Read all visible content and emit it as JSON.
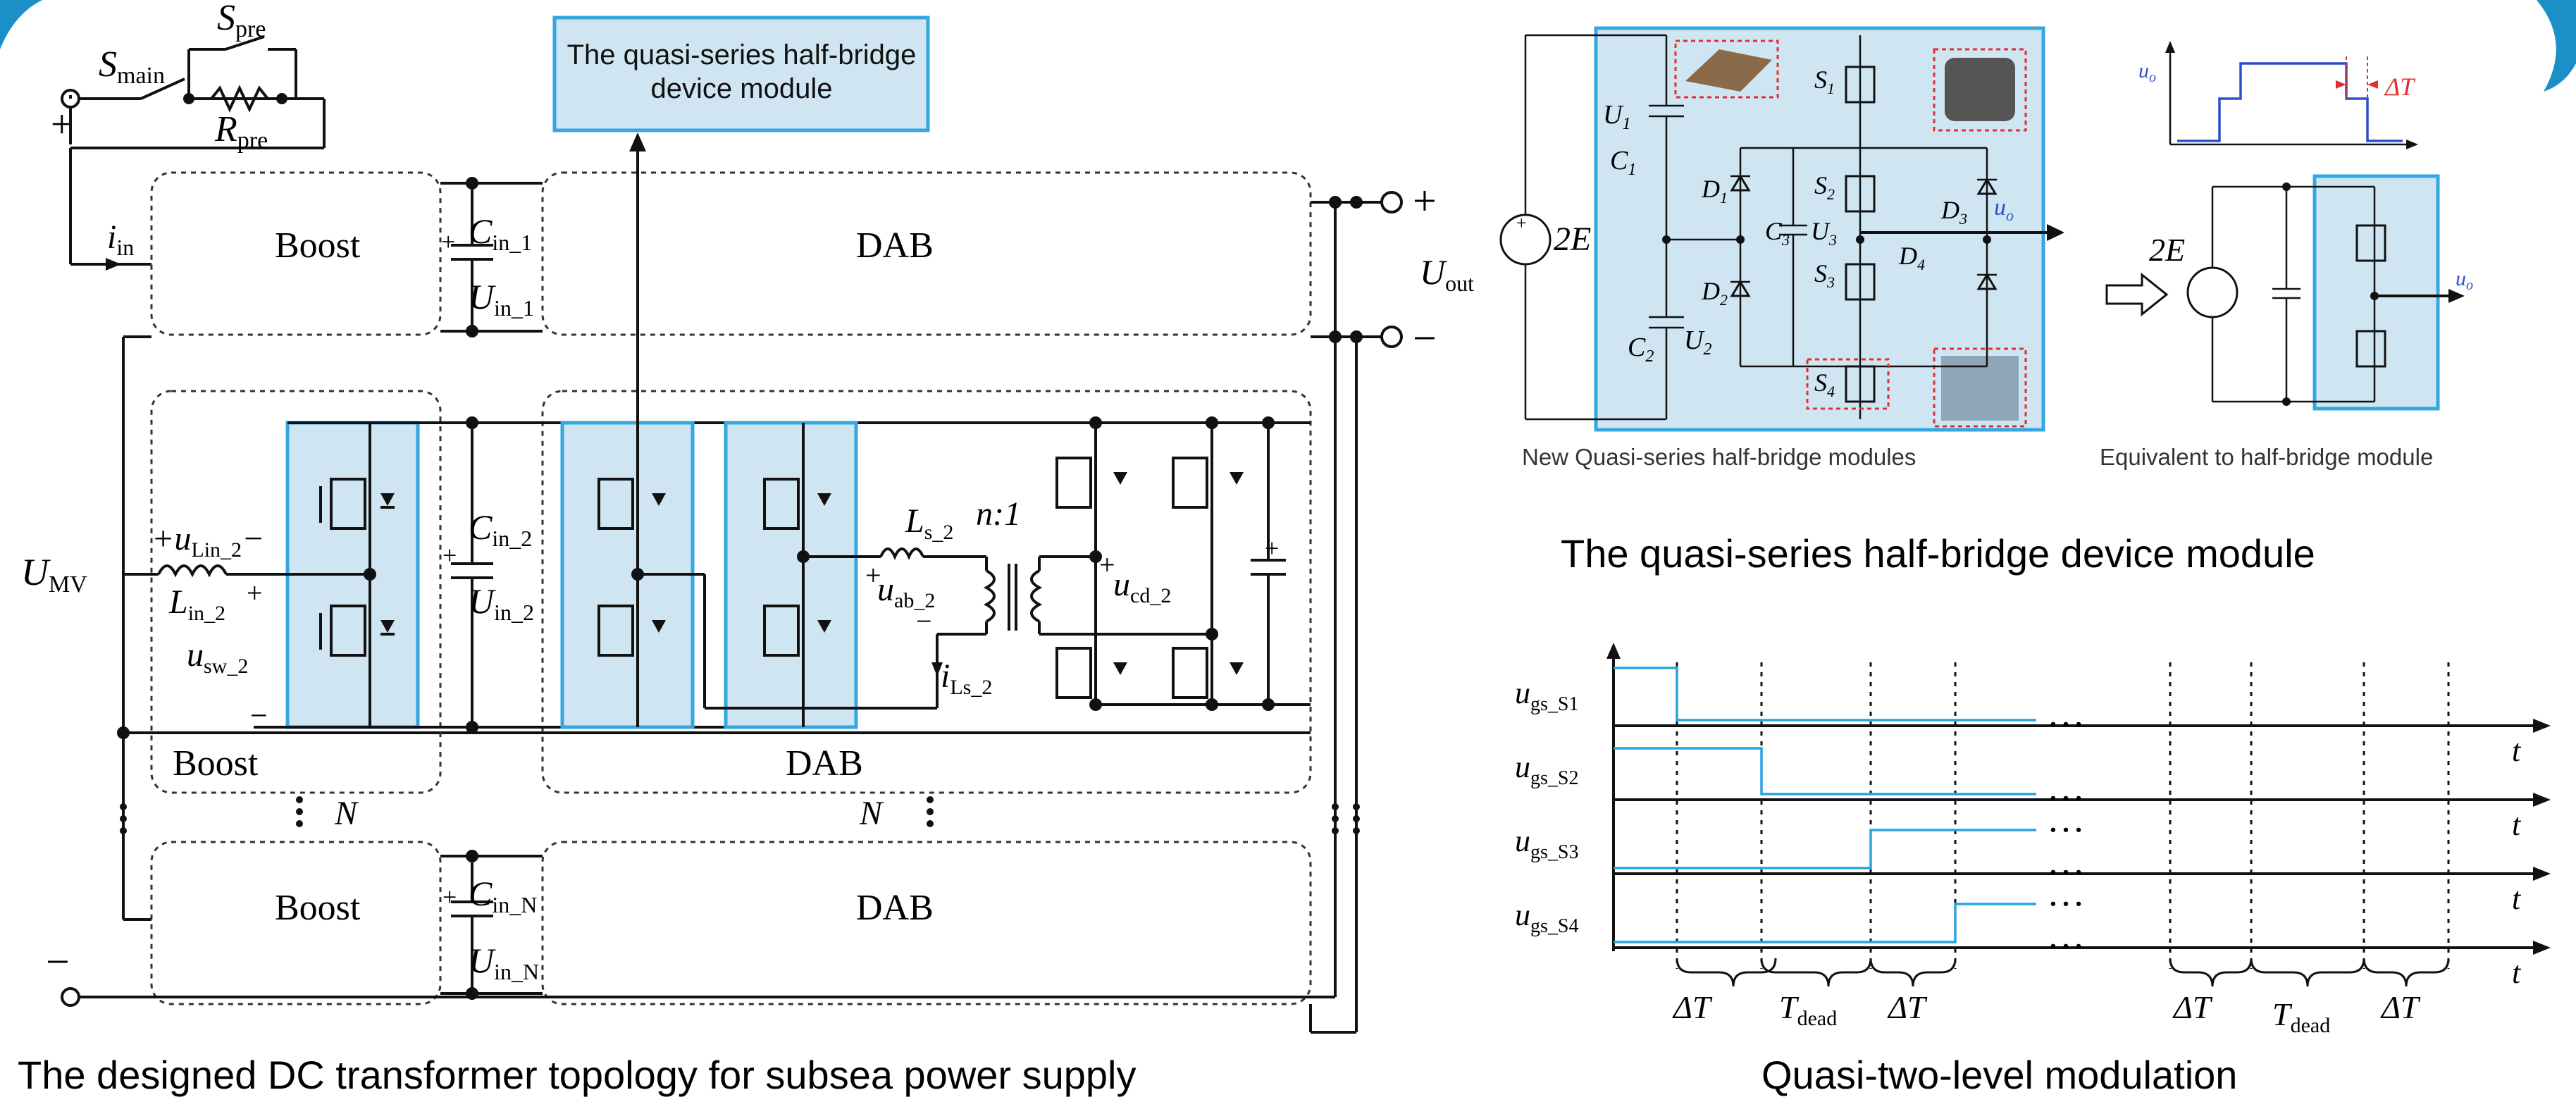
{
  "topology": {
    "caption": "The designed DC transformer topology for subsea power supply",
    "callout": "The quasi-series half-bridge device module",
    "labels": {
      "s_main": "S",
      "s_main_sub": "main",
      "s_pre": "S",
      "s_pre_sub": "pre",
      "r_pre": "R",
      "r_pre_sub": "pre",
      "i_in": "i",
      "i_in_sub": "in",
      "boost": "Boost",
      "dab": "DAB",
      "c_in_1": "C",
      "c_in_1_sub": "in_1",
      "u_in_1": "U",
      "u_in_1_sub": "in_1",
      "c_in_2": "C",
      "c_in_2_sub": "in_2",
      "u_in_2": "U",
      "u_in_2_sub": "in_2",
      "c_in_n": "C",
      "c_in_n_sub": "in_N",
      "u_in_n": "U",
      "u_in_n_sub": "in_N",
      "u_out": "U",
      "u_out_sub": "out",
      "u_mv": "U",
      "u_mv_sub": "MV",
      "u_lin_2": "u",
      "u_lin_2_sub": "Lin_2",
      "l_in_2": "L",
      "l_in_2_sub": "in_2",
      "u_sw_2": "u",
      "u_sw_2_sub": "sw_2",
      "l_s_2": "L",
      "l_s_2_sub": "s_2",
      "n_ratio": "n:1",
      "u_ab_2": "u",
      "u_ab_2_sub": "ab_2",
      "i_ls_2": "i",
      "i_ls_2_sub": "Ls_2",
      "u_cd_2": "u",
      "u_cd_2_sub": "cd_2",
      "n": "N",
      "plus": "+",
      "minus": "−"
    }
  },
  "module": {
    "title": "The quasi-series half-bridge device module",
    "left_caption": "New Quasi-series half-bridge modules",
    "right_caption": "Equivalent to half-bridge module",
    "labels": {
      "two_e": "2E",
      "u1": "U",
      "u1_sub": "1",
      "c1": "C",
      "c1_sub": "1",
      "c2": "C",
      "c2_sub": "2",
      "u2": "U",
      "u2_sub": "2",
      "c3": "C",
      "c3_sub": "3",
      "u3": "U",
      "u3_sub": "3",
      "d1": "D",
      "d1_sub": "1",
      "d2": "D",
      "d2_sub": "2",
      "d3": "D",
      "d3_sub": "3",
      "d4": "D",
      "d4_sub": "4",
      "s1": "S",
      "s1_sub": "1",
      "s2": "S",
      "s2_sub": "2",
      "s3": "S",
      "s3_sub": "3",
      "s4": "S",
      "s4_sub": "4",
      "uo": "u",
      "uo_sub": "o",
      "delta_t": "ΔT"
    }
  },
  "modulation": {
    "title": "Quasi-two-level modulation",
    "signals": [
      "u",
      "u",
      "u",
      "u"
    ],
    "signal_subs": [
      "gs_S1",
      "gs_S2",
      "gs_S3",
      "gs_S4"
    ],
    "t": "t",
    "ellipsis": "…",
    "delta_t": "ΔT",
    "t_dead": "T",
    "t_dead_sub": "dead"
  }
}
